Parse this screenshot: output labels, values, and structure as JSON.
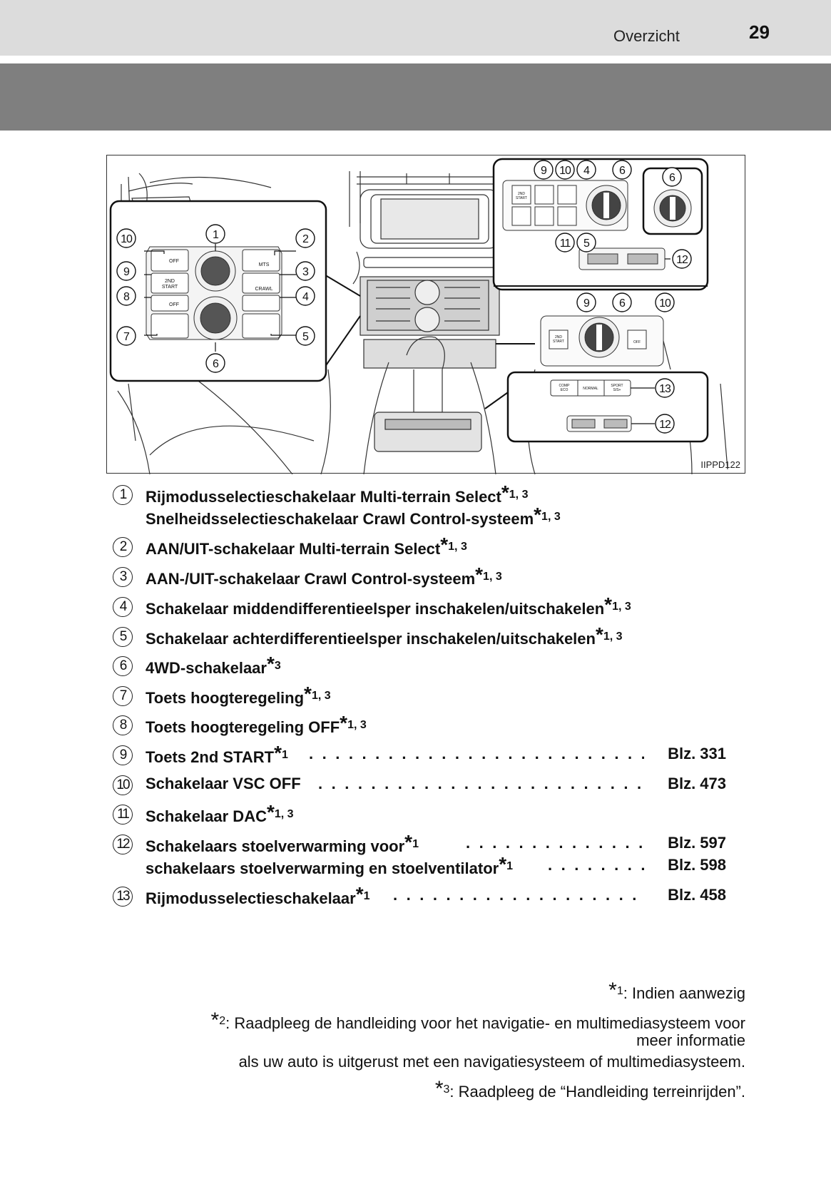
{
  "header": {
    "section": "Overzicht",
    "page_number": "29"
  },
  "figure": {
    "code": "IIPPD122",
    "callouts": [
      "1",
      "2",
      "3",
      "4",
      "5",
      "6",
      "7",
      "8",
      "9",
      "10",
      "11",
      "12",
      "13"
    ],
    "button_labels": {
      "off": "OFF",
      "mts": "MTS",
      "crawl": "CRAWL",
      "start_line1": "2ND",
      "start_line2": "START",
      "comp_line1": "COMP",
      "comp_line2": "ECO",
      "normal": "NORMAL",
      "sport_line1": "SPORT",
      "sport_line2": "S/S+"
    }
  },
  "items": [
    {
      "num": "1",
      "lines": [
        {
          "text": "Rijmodusselectieschakelaar Multi-terrain Select",
          "sup": "1, 3"
        },
        {
          "text": "Snelheidsselectieschakelaar Crawl Control-systeem",
          "sup": "1, 3"
        }
      ]
    },
    {
      "num": "2",
      "lines": [
        {
          "text": "AAN/UIT-schakelaar Multi-terrain Select",
          "sup": "1, 3"
        }
      ]
    },
    {
      "num": "3",
      "lines": [
        {
          "text": "AAN-/UIT-schakelaar Crawl Control-systeem",
          "sup": "1, 3"
        }
      ]
    },
    {
      "num": "4",
      "lines": [
        {
          "text": "Schakelaar middendifferentieelsper inschakelen/uitschakelen",
          "sup": "1, 3"
        }
      ]
    },
    {
      "num": "5",
      "lines": [
        {
          "text": "Schakelaar achterdifferentieelsper inschakelen/uitschakelen",
          "sup": "1, 3"
        }
      ]
    },
    {
      "num": "6",
      "lines": [
        {
          "text": "4WD-schakelaar",
          "sup": "3"
        }
      ]
    },
    {
      "num": "7",
      "lines": [
        {
          "text": "Toets hoogteregeling",
          "sup": "1, 3"
        }
      ]
    },
    {
      "num": "8",
      "lines": [
        {
          "text": "Toets hoogteregeling OFF",
          "sup": "1, 3"
        }
      ]
    },
    {
      "num": "9",
      "lines": [
        {
          "text": "Toets 2nd START",
          "sup": "1",
          "ref": "Blz. 331"
        }
      ]
    },
    {
      "num": "10",
      "lines": [
        {
          "text": "Schakelaar VSC OFF",
          "sup": "",
          "ref": "Blz. 473"
        }
      ]
    },
    {
      "num": "11",
      "lines": [
        {
          "text": "Schakelaar DAC",
          "sup": "1, 3"
        }
      ]
    },
    {
      "num": "12",
      "lines": [
        {
          "text": "Schakelaars stoelverwarming voor",
          "sup": "1",
          "ref": "Blz. 597"
        },
        {
          "text": "schakelaars stoelverwarming en stoelventilator",
          "sup": "1",
          "ref": "Blz. 598"
        }
      ]
    },
    {
      "num": "13",
      "lines": [
        {
          "text": "Rijmodusselectieschakelaar",
          "sup": "1",
          "ref": "Blz. 458"
        }
      ]
    }
  ],
  "footnotes": {
    "asterisk": "*",
    "n1": {
      "mark": "1",
      "text": ": Indien aanwezig"
    },
    "n2": {
      "mark": "2",
      "text": ": Raadpleeg de handleiding voor het navigatie- en multimediasysteem voor"
    },
    "n2_line2": "meer informatie",
    "n2_line3": "als uw auto is uitgerust met een navigatiesysteem of multimediasysteem.",
    "n3": {
      "mark": "3",
      "text": ": Raadpleeg de “Handleiding terreinrijden”."
    }
  }
}
